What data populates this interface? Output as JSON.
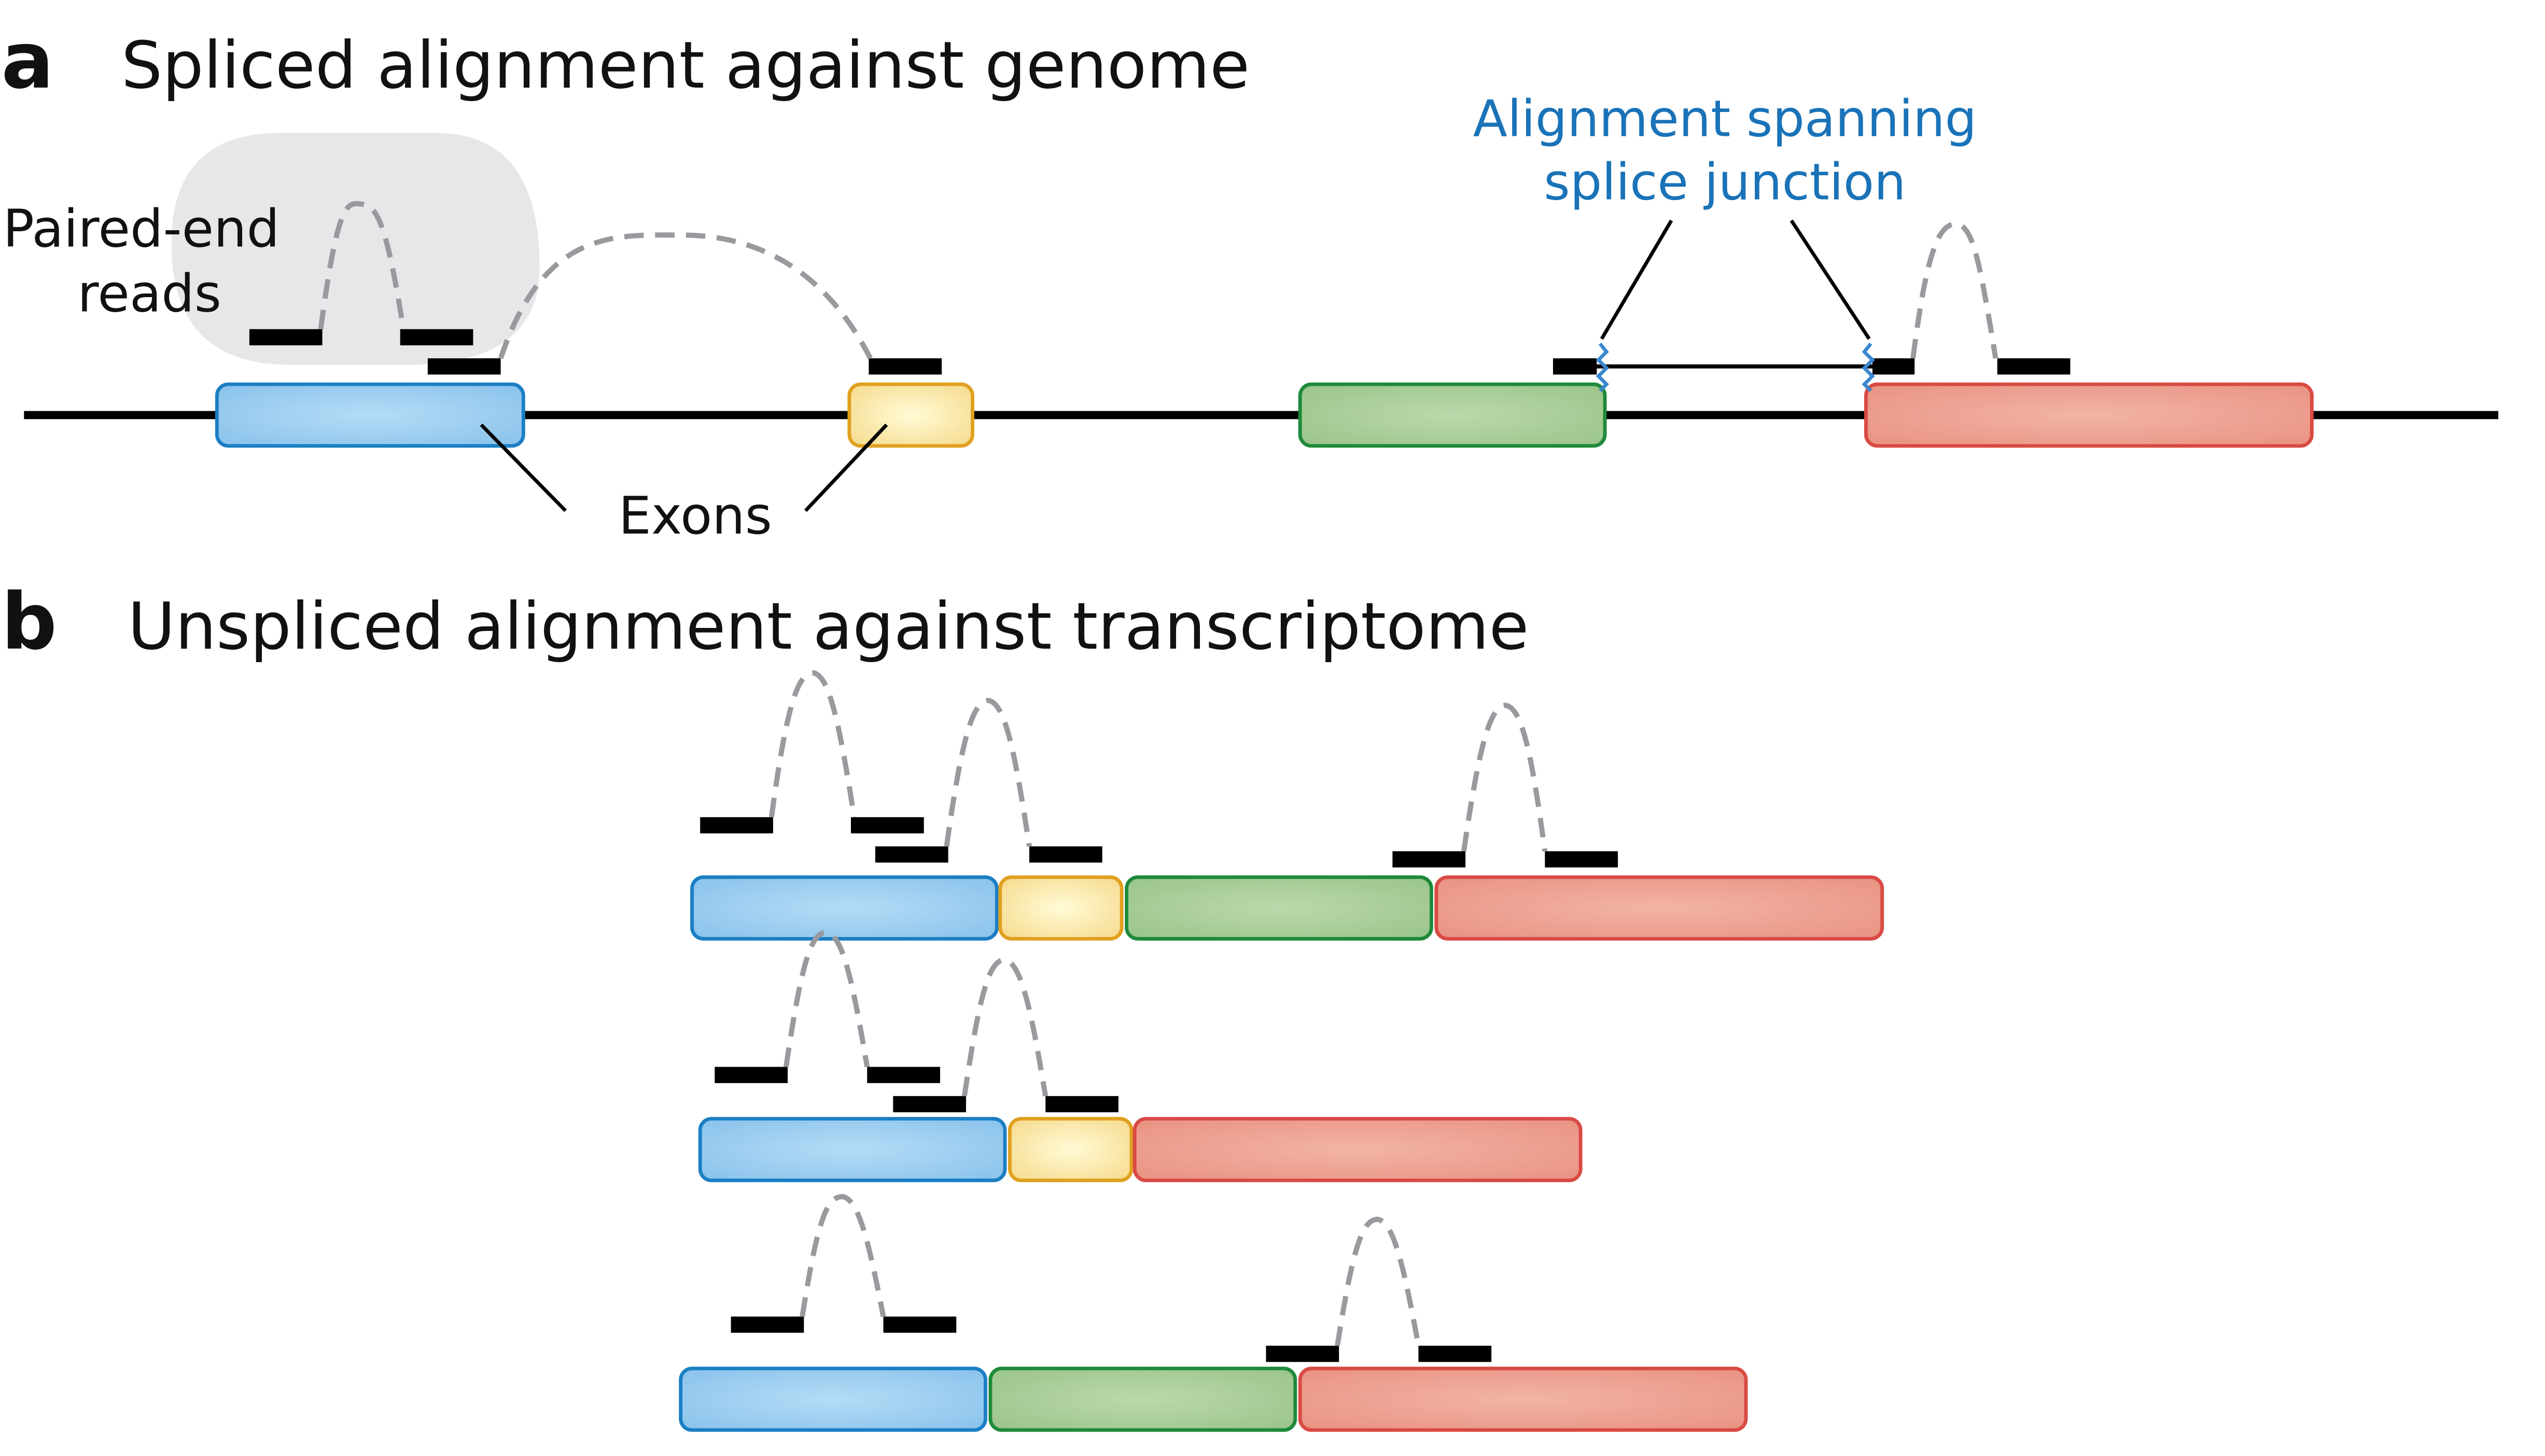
{
  "panels": {
    "a": {
      "letter": "a",
      "title": "Spliced alignment against genome",
      "annotations": {
        "reads_label_line1": "Paired-end",
        "reads_label_line2": "reads",
        "exons_label": "Exons",
        "junction_label_line1": "Alignment spanning",
        "junction_label_line2": "splice junction"
      }
    },
    "b": {
      "letter": "b",
      "title": "Unspliced alignment against transcriptome"
    }
  },
  "exon_colors": {
    "blue": {
      "fill": "#a8d4f2",
      "stroke": "#1b7fc4"
    },
    "yellow": {
      "fill": "#fdf2c0",
      "stroke": "#e0a020"
    },
    "green": {
      "fill": "#b5d6a8",
      "stroke": "#1e8a3a"
    },
    "red": {
      "fill": "#f0aa9c",
      "stroke": "#d94a44"
    }
  },
  "transcripts": [
    {
      "exons": [
        "blue",
        "yellow",
        "green",
        "red"
      ]
    },
    {
      "exons": [
        "blue",
        "yellow",
        "red"
      ]
    },
    {
      "exons": [
        "blue",
        "green",
        "red"
      ]
    }
  ],
  "colors": {
    "read": "#000000",
    "pair_link": "#999a9e",
    "junction_label": "#1a73b8",
    "reads_bubble": "#e6e7e9"
  }
}
